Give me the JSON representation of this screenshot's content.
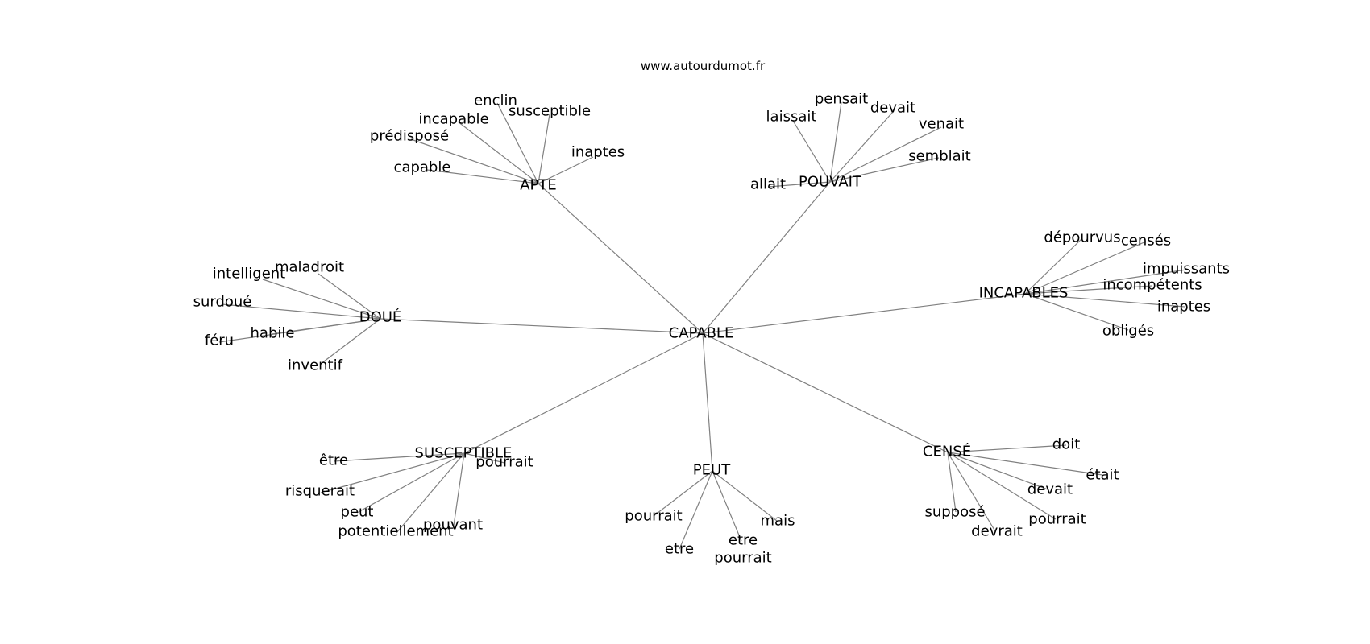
{
  "site": "www.autourdumot.fr",
  "center": "CAPABLE",
  "clusters": [
    {
      "hub": "APTE",
      "words": [
        "enclin",
        "susceptible",
        "incapable",
        "prédisposé",
        "inaptes",
        "capable"
      ]
    },
    {
      "hub": "POUVAIT",
      "words": [
        "pensait",
        "laissait",
        "devait",
        "venait",
        "semblait",
        "allait"
      ]
    },
    {
      "hub": "DOUÉ",
      "words": [
        "maladroit",
        "intelligent",
        "surdoué",
        "habile",
        "féru",
        "inventif"
      ]
    },
    {
      "hub": "INCAPABLES",
      "words": [
        "dépourvus",
        "censés",
        "impuissants",
        "incompétents",
        "inaptes",
        "obligés"
      ]
    },
    {
      "hub": "SUSCEPTIBLE",
      "words": [
        "être",
        "pourrait",
        "risquerait",
        "peut",
        "pouvant",
        "potentiellement"
      ]
    },
    {
      "hub": "PEUT",
      "words": [
        "pourrait",
        "mais",
        "etre",
        "etre",
        "pourrait"
      ]
    },
    {
      "hub": "CENSÉ",
      "words": [
        "doit",
        "était",
        "devait",
        "supposé",
        "pourrait",
        "devrait"
      ]
    }
  ]
}
